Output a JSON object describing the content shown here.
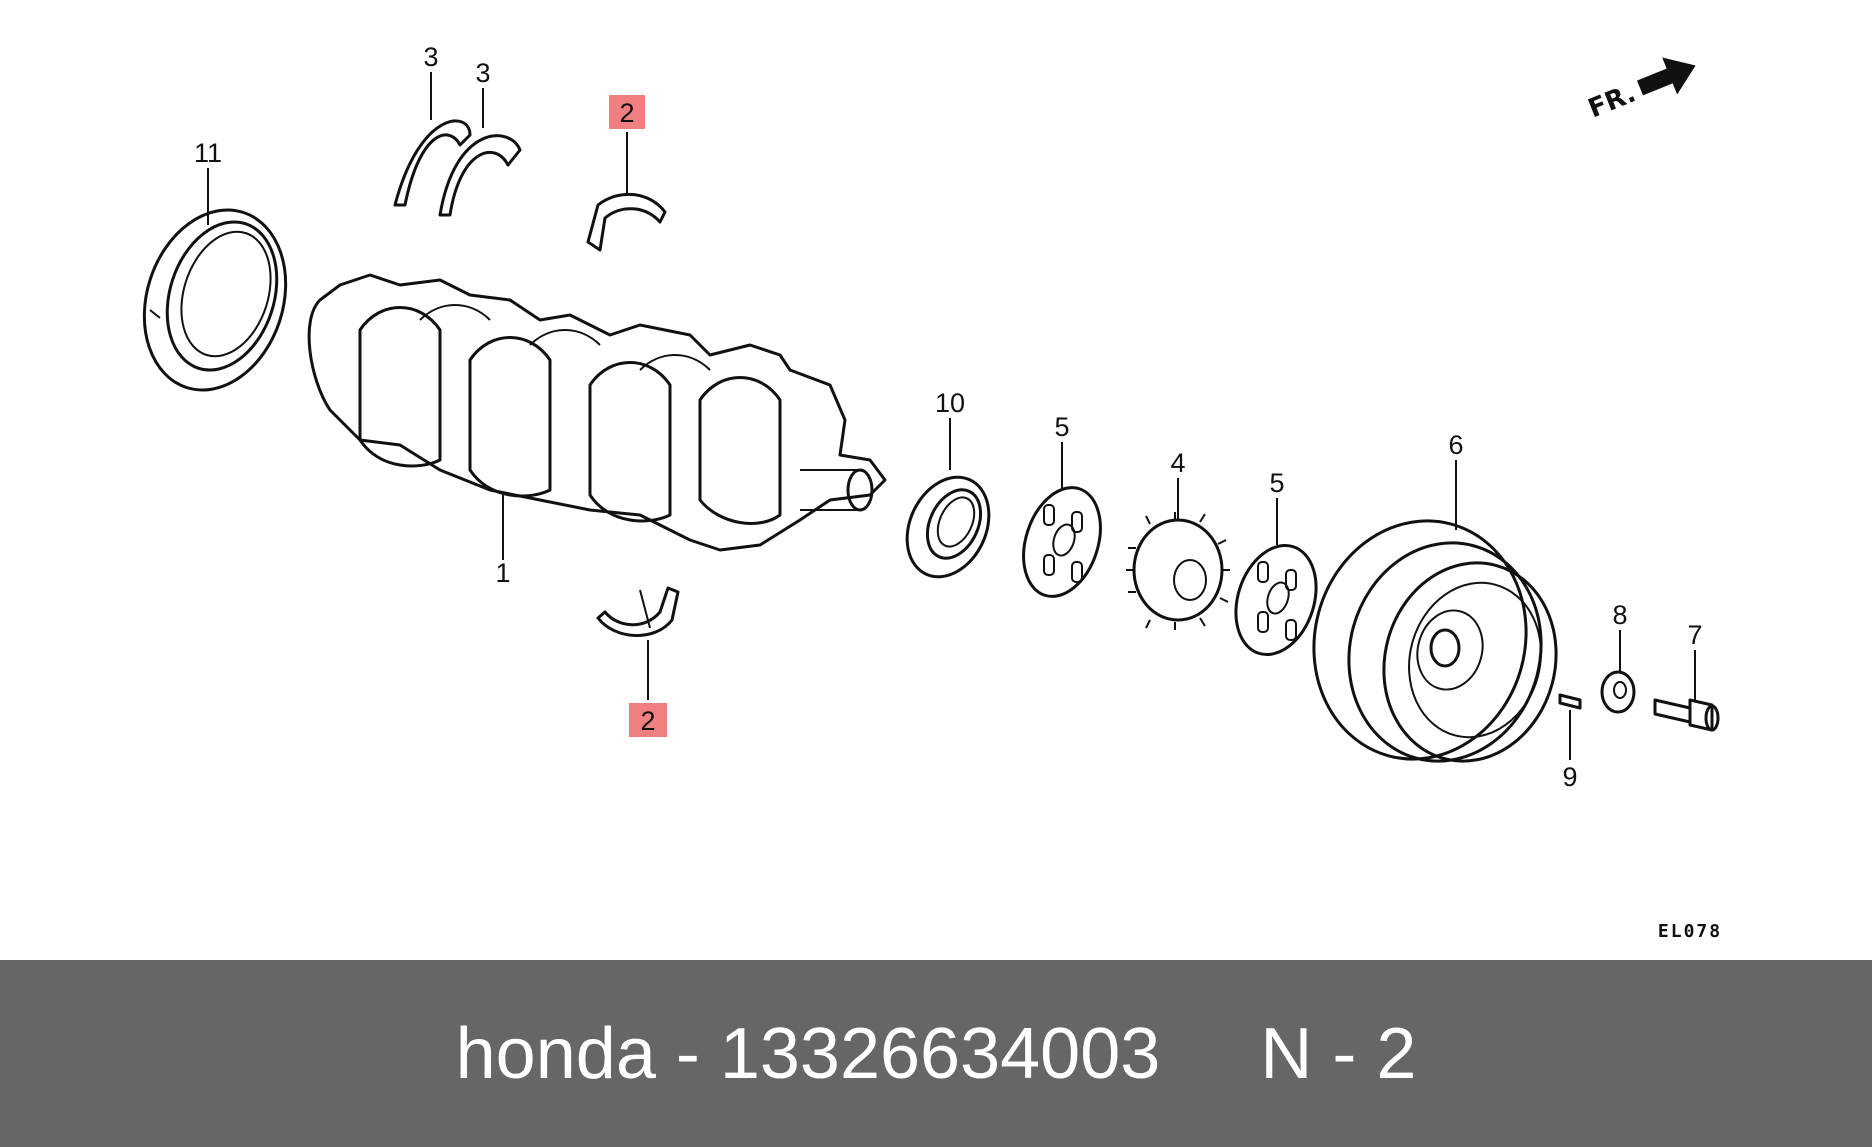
{
  "diagram": {
    "direction_label": "FR.",
    "drawing_code": "EL078",
    "callouts": [
      {
        "id": "11",
        "label": "11",
        "highlighted": false
      },
      {
        "id": "3a",
        "label": "3",
        "highlighted": false
      },
      {
        "id": "3b",
        "label": "3",
        "highlighted": false
      },
      {
        "id": "2top",
        "label": "2",
        "highlighted": true
      },
      {
        "id": "1",
        "label": "1",
        "highlighted": false
      },
      {
        "id": "2bottom",
        "label": "2",
        "highlighted": true
      },
      {
        "id": "10",
        "label": "10",
        "highlighted": false
      },
      {
        "id": "5a",
        "label": "5",
        "highlighted": false
      },
      {
        "id": "4",
        "label": "4",
        "highlighted": false
      },
      {
        "id": "5b",
        "label": "5",
        "highlighted": false
      },
      {
        "id": "6",
        "label": "6",
        "highlighted": false
      },
      {
        "id": "8",
        "label": "8",
        "highlighted": false
      },
      {
        "id": "7",
        "label": "7",
        "highlighted": false
      },
      {
        "id": "9",
        "label": "9",
        "highlighted": false
      }
    ],
    "highlight_color": "#f08080"
  },
  "footer": {
    "text": "honda - 13326634003     N - 2",
    "background_color": "#666666",
    "text_color": "#ffffff"
  }
}
